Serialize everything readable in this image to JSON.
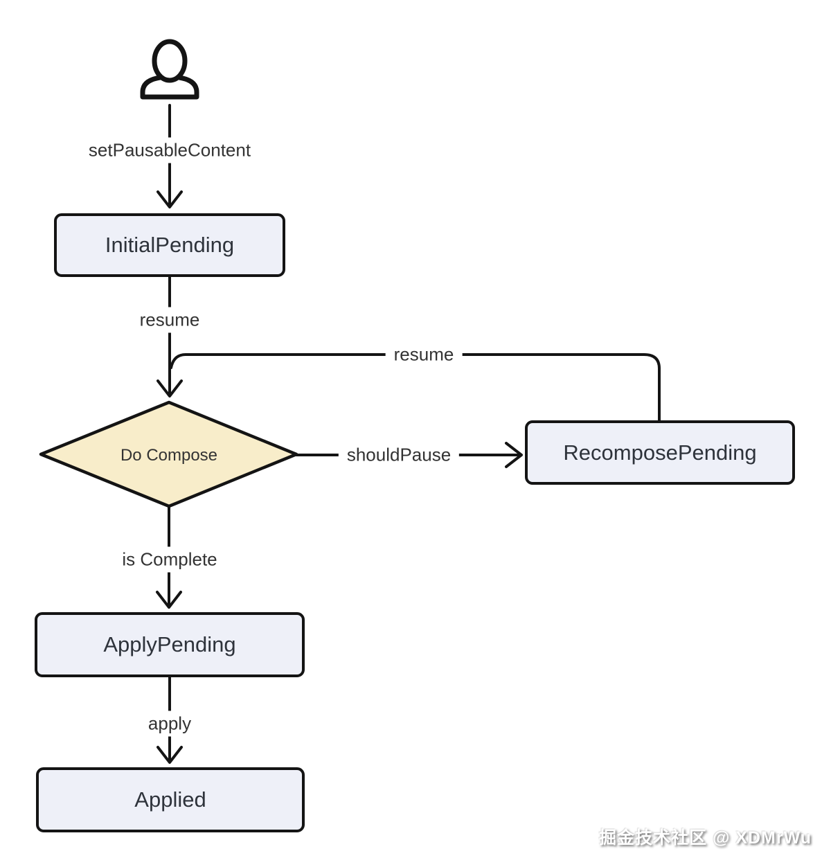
{
  "diagram": {
    "type": "flowchart",
    "nodes": [
      {
        "id": "actor",
        "shape": "person-icon",
        "label": ""
      },
      {
        "id": "initial-pending",
        "shape": "rect",
        "label": "InitialPending"
      },
      {
        "id": "do-compose",
        "shape": "diamond",
        "label": "Do Compose"
      },
      {
        "id": "recompose-pending",
        "shape": "rect",
        "label": "RecomposePending"
      },
      {
        "id": "apply-pending",
        "shape": "rect",
        "label": "ApplyPending"
      },
      {
        "id": "applied",
        "shape": "rect",
        "label": "Applied"
      }
    ],
    "edges": [
      {
        "from": "actor",
        "to": "initial-pending",
        "label": "setPausableContent"
      },
      {
        "from": "initial-pending",
        "to": "do-compose",
        "label": "resume"
      },
      {
        "from": "recompose-pending",
        "to": "do-compose",
        "label": "resume"
      },
      {
        "from": "do-compose",
        "to": "recompose-pending",
        "label": "shouldPause"
      },
      {
        "from": "do-compose",
        "to": "apply-pending",
        "label": "is Complete"
      },
      {
        "from": "apply-pending",
        "to": "applied",
        "label": "apply"
      }
    ],
    "colors": {
      "node_fill": "#eef0f8",
      "diamond_fill": "#f8edca",
      "border": "#141414",
      "line": "#141414",
      "text": "#333333"
    },
    "watermark": "掘金技术社区 @ XDMrWu"
  }
}
